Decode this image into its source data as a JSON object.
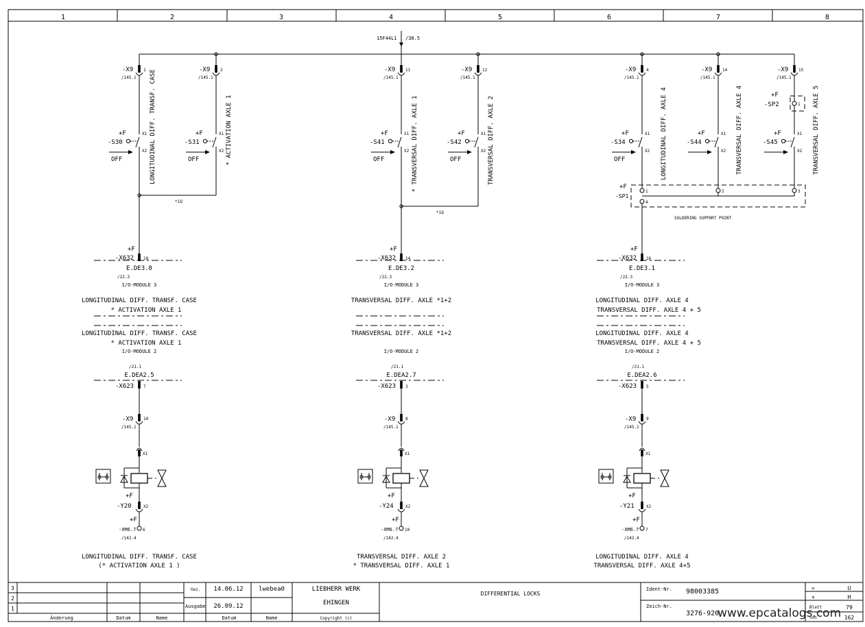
{
  "columns": [
    "1",
    "2",
    "3",
    "4",
    "5",
    "6",
    "7",
    "8"
  ],
  "supply": {
    "label": "15F44L1",
    "ref": "/38.5"
  },
  "ui": {
    "star_ref": "*1Q"
  },
  "branches": [
    {
      "top": {
        "plug": "-X9",
        "pin": "1",
        "ref": "/145.1"
      },
      "switch": {
        "loc": "+F",
        "id": "-S30",
        "contact_a": "X1",
        "contact_b": "X2",
        "off_label": "OFF"
      },
      "vertical_label": "LONGITUDINAL DIFF. TRANSF. CASE"
    },
    {
      "top": {
        "plug": "-X9",
        "pin": "2",
        "ref": "/145.1"
      },
      "switch": {
        "loc": "+F",
        "id": "-S31",
        "contact_a": "X1",
        "contact_b": "X2",
        "off_label": "OFF"
      },
      "vertical_label": "* ACTIVATION AXLE 1"
    },
    {
      "top": {
        "plug": "-X9",
        "pin": "11",
        "ref": "/145.1"
      },
      "switch": {
        "loc": "+F",
        "id": "-S41",
        "contact_a": "X1",
        "contact_b": "X2",
        "off_label": "OFF"
      },
      "vertical_label": "* TRANSVERSAL DIFF. AXLE 1"
    },
    {
      "top": {
        "plug": "-X9",
        "pin": "12",
        "ref": "/145.1"
      },
      "switch": {
        "loc": "+F",
        "id": "-S42",
        "contact_a": "X1",
        "contact_b": "X2",
        "off_label": "OFF"
      },
      "vertical_label": "TRANSVERSAL DIFF. AXLE 2"
    },
    {
      "top": {
        "plug": "-X9",
        "pin": "4",
        "ref": "/145.1"
      },
      "switch": {
        "loc": "+F",
        "id": "-S34",
        "contact_a": "X1",
        "contact_b": "X2",
        "off_label": "OFF"
      },
      "vertical_label": "LONGITUDINAL DIFF. AXLE 4"
    },
    {
      "top": {
        "plug": "-X9",
        "pin": "14",
        "ref": "/145.1"
      },
      "switch": {
        "loc": "+F",
        "id": "-S44",
        "contact_a": "X1",
        "contact_b": "X2",
        "off_label": ""
      },
      "vertical_label": "TRANSVERSAL DIFF. AXLE 4"
    },
    {
      "top": {
        "plug": "-X9",
        "pin": "15",
        "ref": "/145.1"
      },
      "switch": {
        "loc": "+F",
        "id": "-S45",
        "contact_a": "X1",
        "contact_b": "X2",
        "off_label": ""
      },
      "vertical_label": "TRANSVERSAL DIFF. AXLE 5"
    }
  ],
  "sp2": {
    "loc": "+F",
    "id": "-SP2",
    "pin": "1"
  },
  "sp1": {
    "loc": "+F",
    "id": "-SP1",
    "pins": [
      "1",
      "2",
      "3",
      "4"
    ],
    "caption": "SOLDERING SUPPORT POINT"
  },
  "groups": [
    {
      "input": {
        "loc": "+F",
        "plug": "-X632",
        "pin": "18",
        "channel": "E.DE3.0",
        "ref": "/22.3",
        "module": "I/O-MODULE   3"
      },
      "desc1": [
        "LONGITUDINAL DIFF. TRANSF. CASE",
        "* ACTIVATION AXLE 1"
      ],
      "desc2": [
        "LONGITUDINAL DIFF. TRANSF. CASE",
        "* ACTIVATION AXLE 1"
      ],
      "output": {
        "module": "I/O-MODULE   2",
        "ref": "/21.1",
        "channel": "E.DEA2.5",
        "plug": "-X623",
        "pin": "7"
      },
      "mid": {
        "plug": "-X9",
        "pin": "10",
        "ref": "/145.1"
      },
      "valve": {
        "contact_a": "X1",
        "loc": "+F",
        "id": "-Y20",
        "contact_b": "X2"
      },
      "ground": {
        "loc": "+F",
        "id": "-XM6.7",
        "pin": "6",
        "ref": "/142.4"
      },
      "footer": [
        "LONGITUDINAL DIFF. TRANSF. CASE",
        "(* ACTIVATION AXLE 1 )"
      ]
    },
    {
      "input": {
        "loc": "+F",
        "plug": "-X632",
        "pin": "14",
        "channel": "E.DE3.2",
        "ref": "/22.3",
        "module": "I/O-MODULE   3"
      },
      "desc1": [
        "TRANSVERSAL DIFF. AXLE *1+2",
        ""
      ],
      "desc2": [
        "TRANSVERSAL DIFF. AXLE *1+2",
        ""
      ],
      "output": {
        "module": "I/O-MODULE   2",
        "ref": "/21.1",
        "channel": "E.DEA2.7",
        "plug": "-X623",
        "pin": "3"
      },
      "mid": {
        "plug": "-X9",
        "pin": "8",
        "ref": "/145.1"
      },
      "valve": {
        "contact_a": "X1",
        "loc": "+F",
        "id": "-Y24",
        "contact_b": "X2"
      },
      "ground": {
        "loc": "+F",
        "id": "-XM6.7",
        "pin": "10",
        "ref": "/142.4"
      },
      "footer": [
        "TRANSVERSAL DIFF. AXLE 2",
        "* TRANSVERSAL DIFF. AXLE 1"
      ]
    },
    {
      "input": {
        "loc": "+F",
        "plug": "-X632",
        "pin": "16",
        "channel": "E.DE3.1",
        "ref": "/22.3",
        "module": "I/O-MODULE   3"
      },
      "desc1": [
        "LONGITUDINAL DIFF. AXLE 4",
        "TRANSVERSAL DIFF. AXLE 4 + 5"
      ],
      "desc2": [
        "LONGITUDINAL DIFF. AXLE 4",
        "TRANSVERSAL DIFF. AXLE 4 + 5"
      ],
      "output": {
        "module": "I/O-MODULE   2",
        "ref": "/21.1",
        "channel": "E.DEA2.6",
        "plug": "-X623",
        "pin": "5"
      },
      "mid": {
        "plug": "-X9",
        "pin": "9",
        "ref": "/145.1"
      },
      "valve": {
        "contact_a": "X1",
        "loc": "+F",
        "id": "-Y21",
        "contact_b": "X2"
      },
      "ground": {
        "loc": "+F",
        "id": "-XM6.7",
        "pin": "7",
        "ref": "/142.4"
      },
      "footer": [
        "LONGITUDINAL DIFF. AXLE 4",
        "TRANSVERSAL DIFF. AXLE 4+5"
      ]
    }
  ],
  "titleblock": {
    "rev_rows": [
      "3",
      "2",
      "1"
    ],
    "headers": {
      "change": "Änderung",
      "date": "Datum",
      "name": "Name"
    },
    "drawn_label": "Gez.",
    "drawn_date": "14.06.12",
    "drawn_name": "lwebea0",
    "issue_label": "Ausgabe",
    "issue_date": "26.09.12",
    "company_line1": "LIEBHERR WERK",
    "company_line2": "EHINGEN",
    "copyright": "Copyright (c)",
    "title": "DIFFERENTIAL LOCKS",
    "ident_label": "Ident-Nr.",
    "ident_value": "98003385",
    "drawing_label": "Zeich-Nr.",
    "drawing_value": "3276-920",
    "right_labels": [
      "=",
      "+",
      "Blatt",
      "von"
    ],
    "right_values": [
      "U",
      "H",
      "79",
      "162"
    ],
    "watermark": "www.epcatalogs.com"
  }
}
